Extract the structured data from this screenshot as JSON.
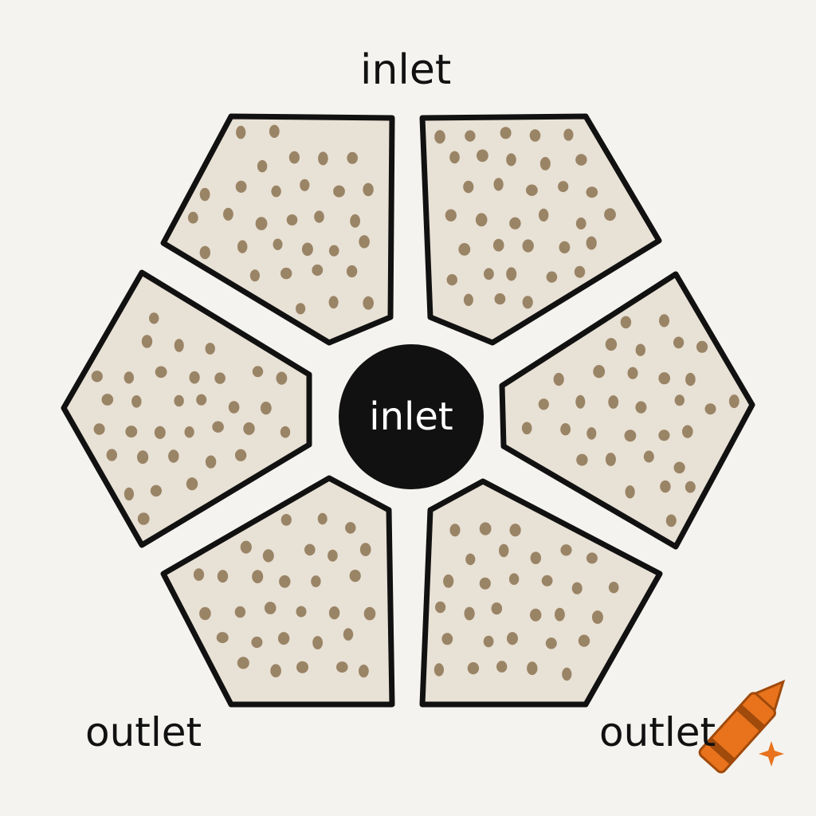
{
  "labels": {
    "top": "inlet",
    "center": "inlet",
    "bottom_left": "outlet",
    "bottom_right": "outlet"
  },
  "colors": {
    "background": "#f4f3ef",
    "panel_fill": "#e8e1d5",
    "panel_outline": "#111111",
    "dot": "#9a8466",
    "hub": "#111111",
    "hub_text": "#ffffff",
    "crayon_body": "#e8731c",
    "crayon_dark": "#a04a0c"
  },
  "icons": {
    "logo": "crayon-icon",
    "sparkle": "sparkle-icon"
  }
}
